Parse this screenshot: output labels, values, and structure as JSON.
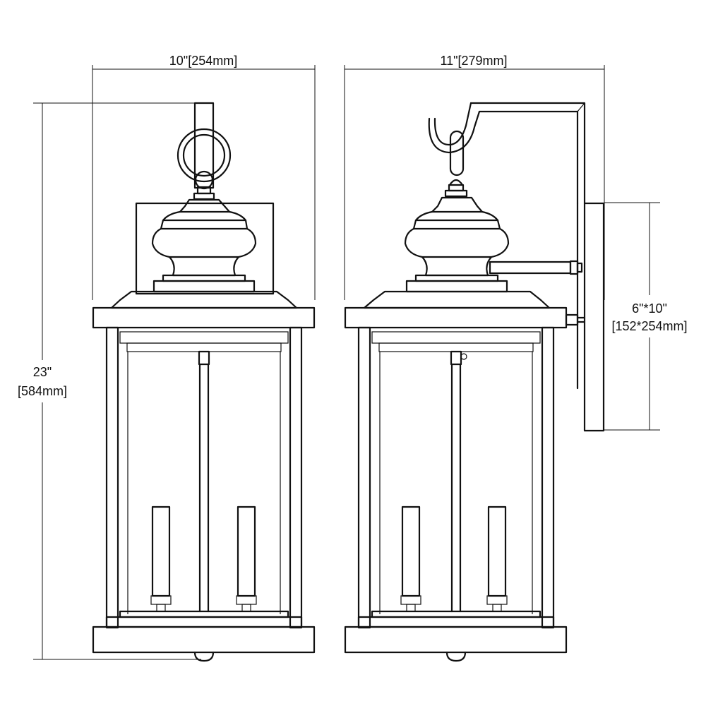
{
  "dimensions": {
    "front_width": "10\"[254mm]",
    "side_width": "11\"[279mm]",
    "height_in": "23\"",
    "height_mm": "[584mm]",
    "backplate_in": "6\"*10\"",
    "backplate_mm": "[152*254mm]"
  }
}
